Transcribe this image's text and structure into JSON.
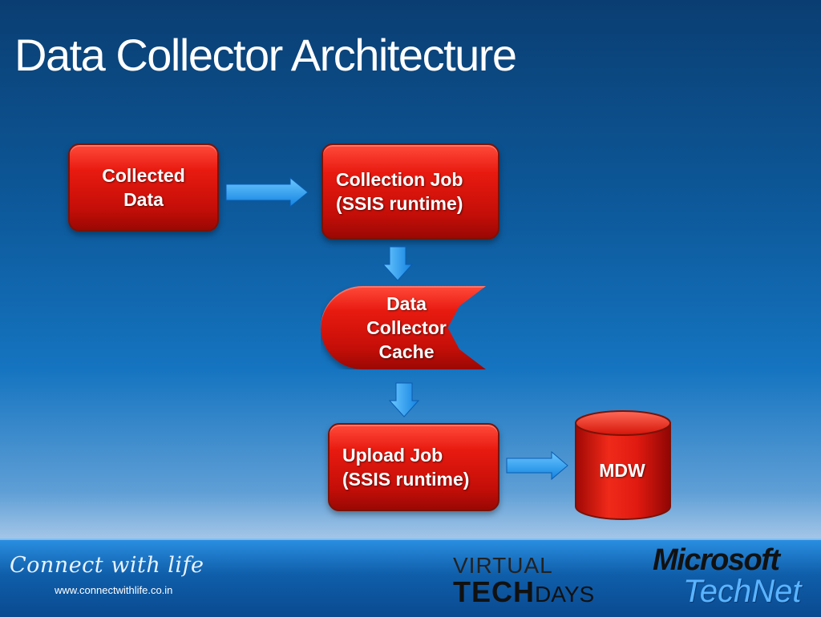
{
  "slide": {
    "title": "Data Collector Architecture"
  },
  "diagram": {
    "nodes": {
      "collected_data": "Collected\nData",
      "collection_job": "Collection Job\n(SSIS runtime)",
      "cache": "Data\nCollector\nCache",
      "upload_job": "Upload Job\n(SSIS runtime)",
      "mdw": "MDW"
    }
  },
  "colors": {
    "node_red": "#e81a10",
    "arrow_blue": "#1a9cf0",
    "background_blue": "#0d5a9c"
  },
  "footer": {
    "tagline": "Connect with life",
    "url": "www.connectwithlife.co.in",
    "event_logo_top": "VIRTUAL",
    "event_logo_tech": "TECH",
    "event_logo_days": "DAYS",
    "brand": "Microsoft",
    "product": "TechNet"
  }
}
